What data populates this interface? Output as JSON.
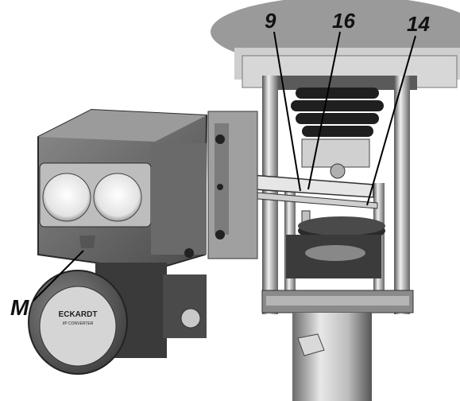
{
  "callouts": {
    "label_9": "9",
    "label_16": "16",
    "label_14": "14",
    "label_m": "M"
  },
  "device": {
    "brand": "ECKARDT",
    "subtitle": "I/P CONVERTER"
  },
  "colors": {
    "background": "#ffffff",
    "housing": "#6f6f6f",
    "metal_light": "#d8d8d8",
    "metal_dark": "#2a2a2a",
    "label_ink": "#111111"
  }
}
